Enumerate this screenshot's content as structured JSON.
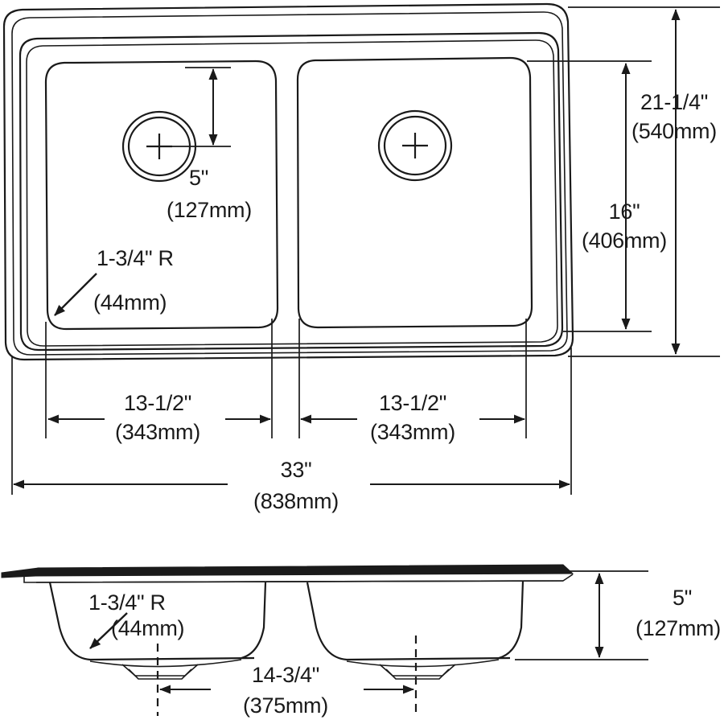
{
  "drawing": {
    "title": "Double Bowl Sink Dimensional Drawing",
    "views": {
      "top": "top-view",
      "section": "cross-section-view"
    },
    "line_color": "#1a1a1a",
    "background_color": "#ffffff"
  },
  "top_view": {
    "drain_spacing_label": {
      "imperial": "5\"",
      "metric": "(127mm)"
    },
    "corner_radius_label": {
      "imperial": "1-3/4\" R",
      "metric": "(44mm)"
    },
    "height_overall_label": {
      "imperial": "21-1/4\"",
      "metric": "(540mm)"
    },
    "height_bowl_label": {
      "imperial": "16\"",
      "metric": "(406mm)"
    },
    "bowl_left_width_label": {
      "imperial": "13-1/2\"",
      "metric": "(343mm)"
    },
    "bowl_right_width_label": {
      "imperial": "13-1/2\"",
      "metric": "(343mm)"
    },
    "overall_width_label": {
      "imperial": "33\"",
      "metric": "(838mm)"
    }
  },
  "section_view": {
    "corner_radius_label": {
      "imperial": "1-3/4\" R",
      "metric": "(44mm)"
    },
    "drain_to_drain_label": {
      "imperial": "14-3/4\"",
      "metric": "(375mm)"
    },
    "depth_label": {
      "imperial": "5\"",
      "metric": "(127mm)"
    }
  }
}
